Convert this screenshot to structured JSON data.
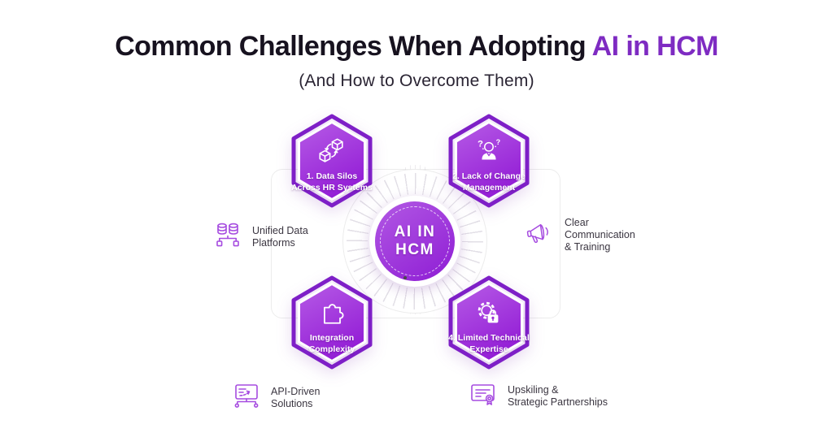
{
  "header": {
    "title_main": "Common Challenges When Adopting ",
    "title_accent": "AI in HCM",
    "subtitle": "(And How to Overcome Them)"
  },
  "center": {
    "line1": "AI IN",
    "line2": "HCM"
  },
  "challenges": [
    {
      "icon": "data-sync-cubes-icon",
      "lines": [
        "1. Data Silos",
        "Across HR Systems"
      ]
    },
    {
      "icon": "confused-employee-icon",
      "lines": [
        "2. Lack of Change",
        "Management"
      ]
    },
    {
      "icon": "puzzle-piece-icon",
      "lines": [
        "Integration",
        "Complexity"
      ]
    },
    {
      "icon": "gear-lock-icon",
      "lines": [
        "4. Limited Technical",
        "Expertise"
      ]
    }
  ],
  "solutions": [
    {
      "icon": "database-network-icon",
      "lines": [
        "Unified Data",
        "Platforms"
      ]
    },
    {
      "icon": "megaphone-icon",
      "lines": [
        "Clear",
        "Communication",
        "& Training"
      ]
    },
    {
      "icon": "api-board-icon",
      "lines": [
        "API-Driven",
        "Solutions"
      ]
    },
    {
      "icon": "certificate-icon",
      "lines": [
        "Upskiling &",
        "Strategic Partnerships"
      ]
    }
  ],
  "colors": {
    "accent_purple": "#7e2bc2",
    "hex_fill_top": "#b65be6",
    "hex_fill_bottom": "#941fd6",
    "hex_border": "#7e1fc7",
    "circle_fill_top": "#b259e4",
    "circle_fill_bottom": "#8e1cd4",
    "title_text": "#17121f",
    "body_text": "#3a3540",
    "outline_icon_stroke": "#a64ce0"
  }
}
